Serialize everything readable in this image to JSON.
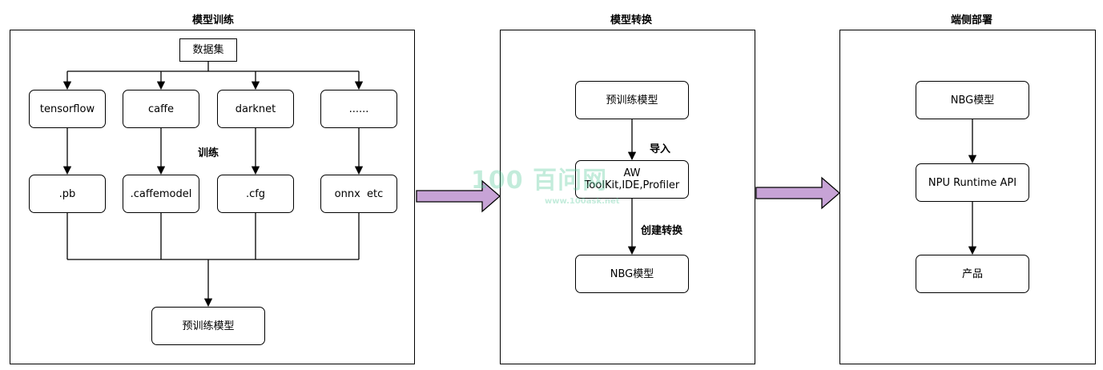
{
  "sections": {
    "training": {
      "title": "模型训练"
    },
    "conversion": {
      "title": "模型转换"
    },
    "deploy": {
      "title": "端侧部署"
    }
  },
  "training": {
    "dataset": "数据集",
    "frameworks": [
      "tensorflow",
      "caffe",
      "darknet",
      "......"
    ],
    "formats": [
      ".pb",
      ".caffemodel",
      ".cfg",
      "onnx  etc"
    ],
    "train_label": "训练",
    "pretrained": "预训练模型"
  },
  "conversion": {
    "pretrained": "预训练模型",
    "import_label": "导入",
    "toolkit": "AW\nToolKit,IDE,Profiler",
    "create_label": "创建转换",
    "nbg": "NBG模型"
  },
  "deploy": {
    "nbg": "NBG模型",
    "runtime": "NPU Runtime API",
    "product": "产品"
  },
  "watermark": {
    "text": "100 百问网",
    "url": "www.100ask.net"
  },
  "colors": {
    "big_arrow_fill": "#c7a3d6",
    "line": "#000000"
  }
}
